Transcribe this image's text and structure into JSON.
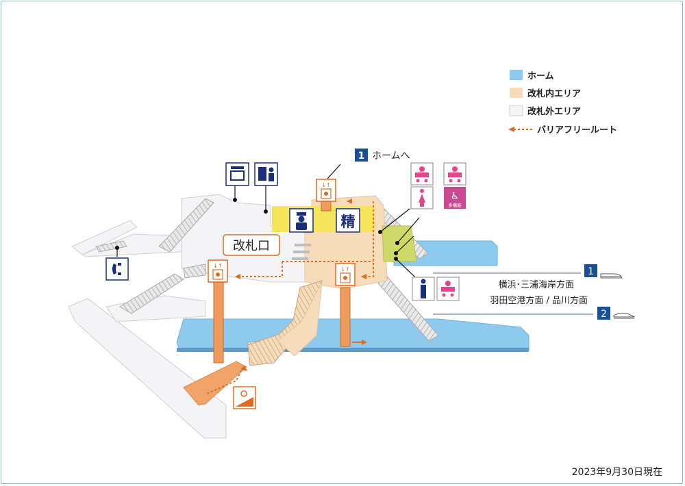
{
  "legend": {
    "platform": "ホーム",
    "inside_gate": "改札内エリア",
    "outside_gate": "改札外エリア",
    "barrier_free_route": "バリアフリールート",
    "colors": {
      "platform": "#8ec9ee",
      "inside_gate": "#f7dcbc",
      "outside_gate": "#f4f4f6",
      "route": "#e06b1e"
    }
  },
  "to_platform": {
    "number": "1",
    "label": "ホームへ"
  },
  "ticket_gate_label": "改札口",
  "fare_adjust_label": "精",
  "platforms": [
    {
      "number": "1",
      "direction": "横浜･三浦海岸方面"
    },
    {
      "number": "2",
      "direction": "羽田空港方面 / 品川方面"
    }
  ],
  "restroom_multi_label": "多機能",
  "date_note": "2023年9月30日現在",
  "icons": [
    "coin-locker-icon",
    "ticket-machine-icon",
    "station-staff-icon",
    "telephone-icon",
    "elevator-icon",
    "slope-icon",
    "baby-changing-icon",
    "womens-restroom-icon",
    "mens-restroom-icon",
    "multipurpose-restroom-icon",
    "train-icon"
  ]
}
